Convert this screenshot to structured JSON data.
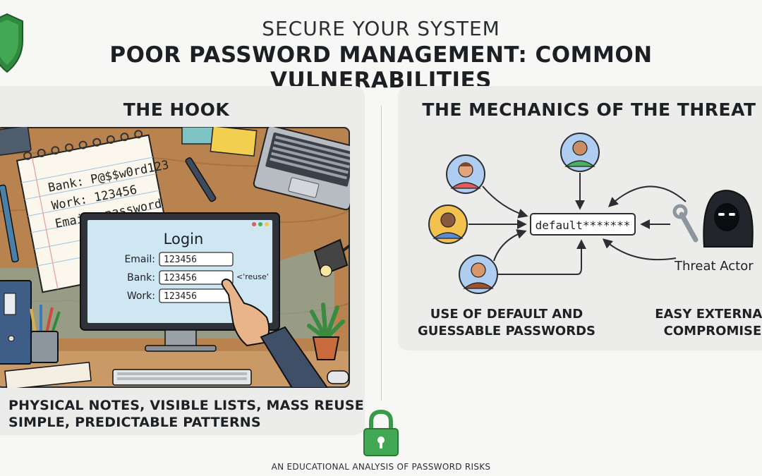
{
  "header": {
    "kicker": "SECURE YOUR SYSTEM",
    "title": "POOR PASSWORD MANAGEMENT: COMMON VULNERABILITIES"
  },
  "hook": {
    "title": "THE HOOK",
    "note_lines": [
      "Bank: P@$$w0rd123",
      "Work: 123456",
      "Email: password"
    ],
    "login": {
      "title": "Login",
      "fields": [
        {
          "label": "Email:",
          "value": "123456"
        },
        {
          "label": "Bank:",
          "value": "123456"
        },
        {
          "label": "Work:",
          "value": "123456"
        }
      ],
      "reuse_tag": "<'reuse'"
    },
    "caption_lines": [
      "PHYSICAL NOTES, VISIBLE LISTS, MASS REUSE",
      "SIMPLE, PREDICTABLE PATTERNS"
    ]
  },
  "mechanics": {
    "title": "THE MECHANICS OF THE THREAT",
    "password_box": "default*******",
    "actor_label": "Threat Actor",
    "caption_default": [
      "USE OF DEFAULT AND",
      "GUESSABLE PASSWORDS"
    ],
    "caption_external": [
      "EASY EXTERNAL",
      "COMPROMISE"
    ]
  },
  "footer": "AN EDUCATIONAL ANALYSIS OF PASSWORD RISKS",
  "colors": {
    "accent_green": "#3a9a4a",
    "desk_wood": "#b9834f",
    "screen_blue": "#cfe6f3",
    "note_paper": "#fbf7ec",
    "hacker_dark": "#22252b"
  },
  "icons": [
    "shield-icon",
    "padlock-icon",
    "user-icon",
    "hacker-icon",
    "wrench-icon",
    "pointing-hand-icon",
    "desk-lamp-icon",
    "plant-icon",
    "laptop-icon",
    "pen-icon",
    "binder-icon",
    "pencil-cup-icon"
  ]
}
